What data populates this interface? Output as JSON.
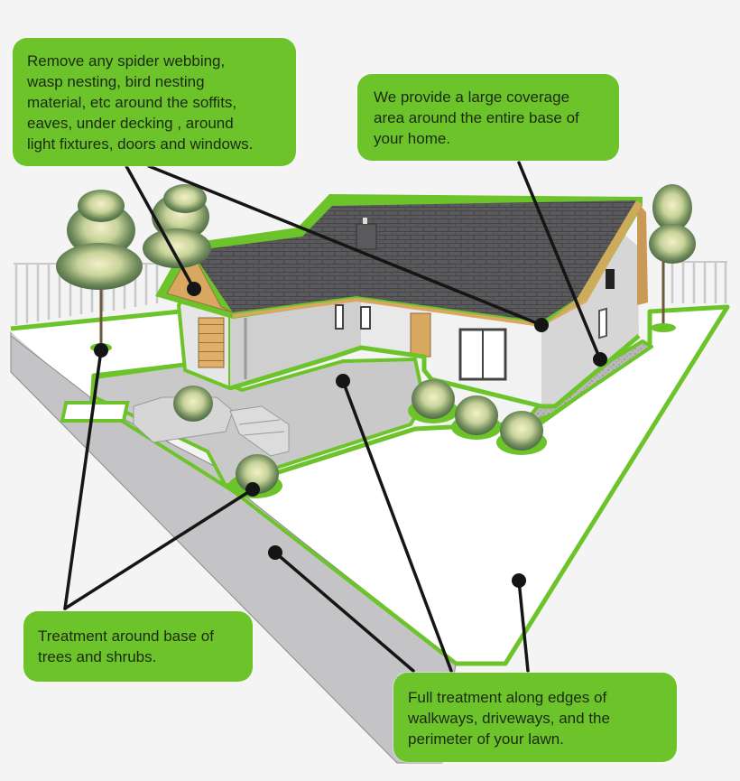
{
  "colors": {
    "background": "#f4f4f4",
    "accent_green": "#6cc42a",
    "callout_text": "#1c2a12",
    "roof": "#58585a",
    "wall": "#d9d9d9",
    "pavement": "#c6c6c6",
    "lawn": "#ffffff",
    "wood": "#d9a860",
    "leader_line": "#151515"
  },
  "callouts": {
    "soffits": {
      "text": "Remove any spider webbing,\nwasp nesting, bird nesting\nmaterial, etc around the soffits,\neaves, under decking , around\nlight fixtures, doors and windows."
    },
    "coverage": {
      "text": "We provide a large coverage\narea around the entire base of\nyour home."
    },
    "trees": {
      "text": "Treatment around base of\ntrees and shrubs."
    },
    "edges": {
      "text": "Full treatment along edges of\nwalkways, driveways, and the\nperimeter of your lawn."
    }
  },
  "illustration": {
    "subject": "house-with-yard",
    "elements": [
      "fence",
      "trees",
      "shrubs",
      "garage-door",
      "front-door",
      "windows",
      "chimney",
      "driveway",
      "walkway",
      "lawn",
      "gravel-strip"
    ]
  }
}
